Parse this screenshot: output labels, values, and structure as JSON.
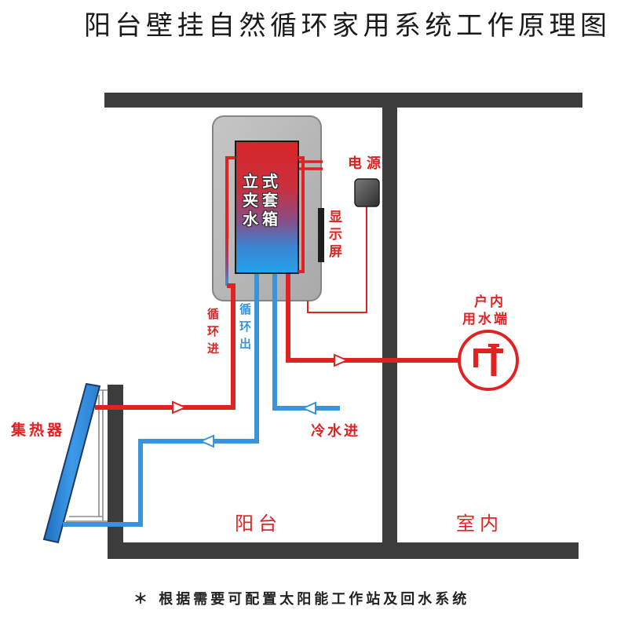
{
  "title": "阳台壁挂自然循环家用系统工作原理图",
  "tank": {
    "label_rows": [
      "立式",
      "夹套",
      "水箱"
    ]
  },
  "labels": {
    "power": "电源",
    "display": "显示屏",
    "circulation_in": "循环进",
    "circulation_out": "循环出",
    "cold_water_in": "冷水进",
    "outlet_line1": "户内",
    "outlet_line2": "用水端",
    "collector": "集热器",
    "balcony": "阳台",
    "indoor": "室内"
  },
  "footnote": "＊ 根据需要可配置太阳能工作站及回水系统",
  "icons": {
    "outlet": "faucet-icon",
    "power": "power-socket-icon"
  },
  "colors": {
    "hot": "#e02222",
    "cold": "#3a93db",
    "wall": "#3c3c3c",
    "device": "#b6b6b6"
  }
}
